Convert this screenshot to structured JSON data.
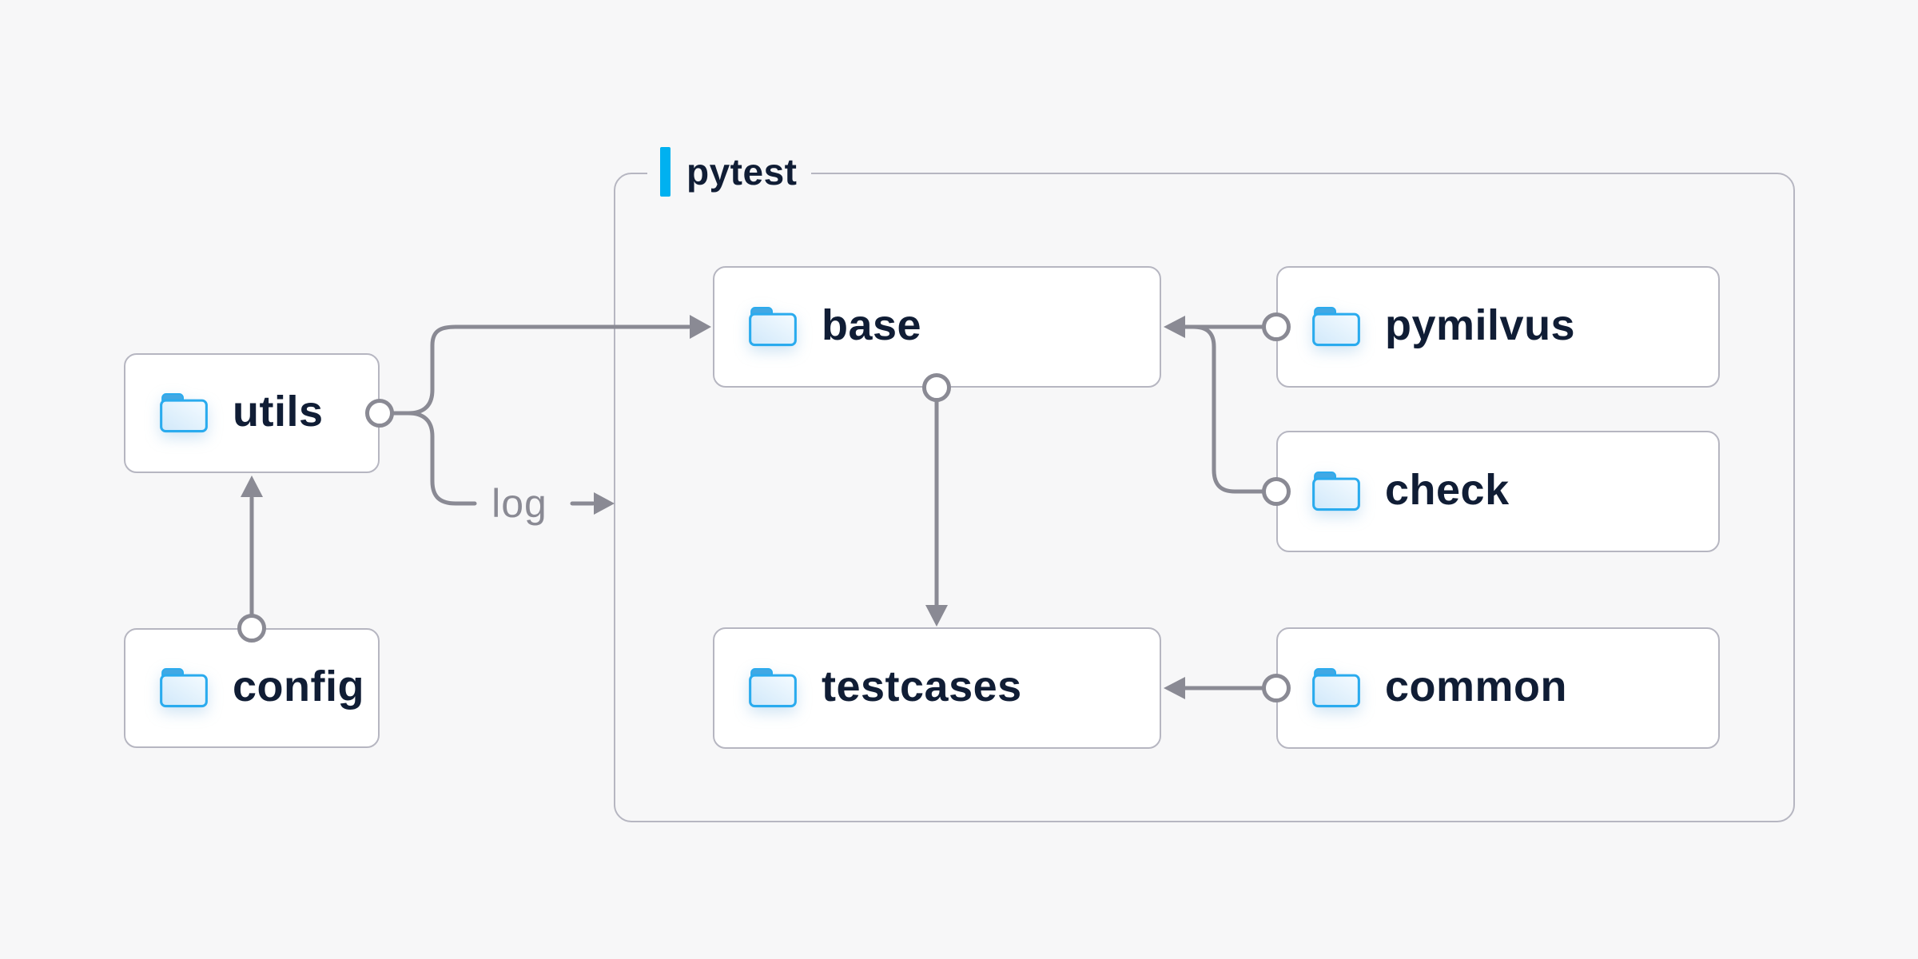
{
  "diagram": {
    "container": {
      "label": "pytest"
    },
    "nodes": {
      "utils": {
        "label": "utils",
        "icon": "folder-icon"
      },
      "config": {
        "label": "config",
        "icon": "folder-icon"
      },
      "base": {
        "label": "base",
        "icon": "folder-icon"
      },
      "pymilvus": {
        "label": "pymilvus",
        "icon": "folder-icon"
      },
      "check": {
        "label": "check",
        "icon": "folder-icon"
      },
      "testcases": {
        "label": "testcases",
        "icon": "folder-icon"
      },
      "common": {
        "label": "common",
        "icon": "folder-icon"
      }
    },
    "edges": [
      {
        "from": "utils",
        "to": "base",
        "label": ""
      },
      {
        "from": "utils",
        "to": "pytest-container",
        "label": "log"
      },
      {
        "from": "config",
        "to": "utils",
        "label": ""
      },
      {
        "from": "base",
        "to": "testcases",
        "label": ""
      },
      {
        "from": "pymilvus",
        "to": "base",
        "label": ""
      },
      {
        "from": "check",
        "to": "base",
        "label": ""
      },
      {
        "from": "common",
        "to": "testcases",
        "label": ""
      }
    ],
    "colors": {
      "background": "#f7f7f8",
      "node_fill": "#ffffff",
      "node_border": "#b6b6c1",
      "connector": "#8a8a94",
      "label_text": "#101d35",
      "edge_label_text": "#8a8a94",
      "accent": "#00b1f0",
      "folder_stroke": "#2aabee",
      "folder_tab": "#41a8e4"
    }
  }
}
